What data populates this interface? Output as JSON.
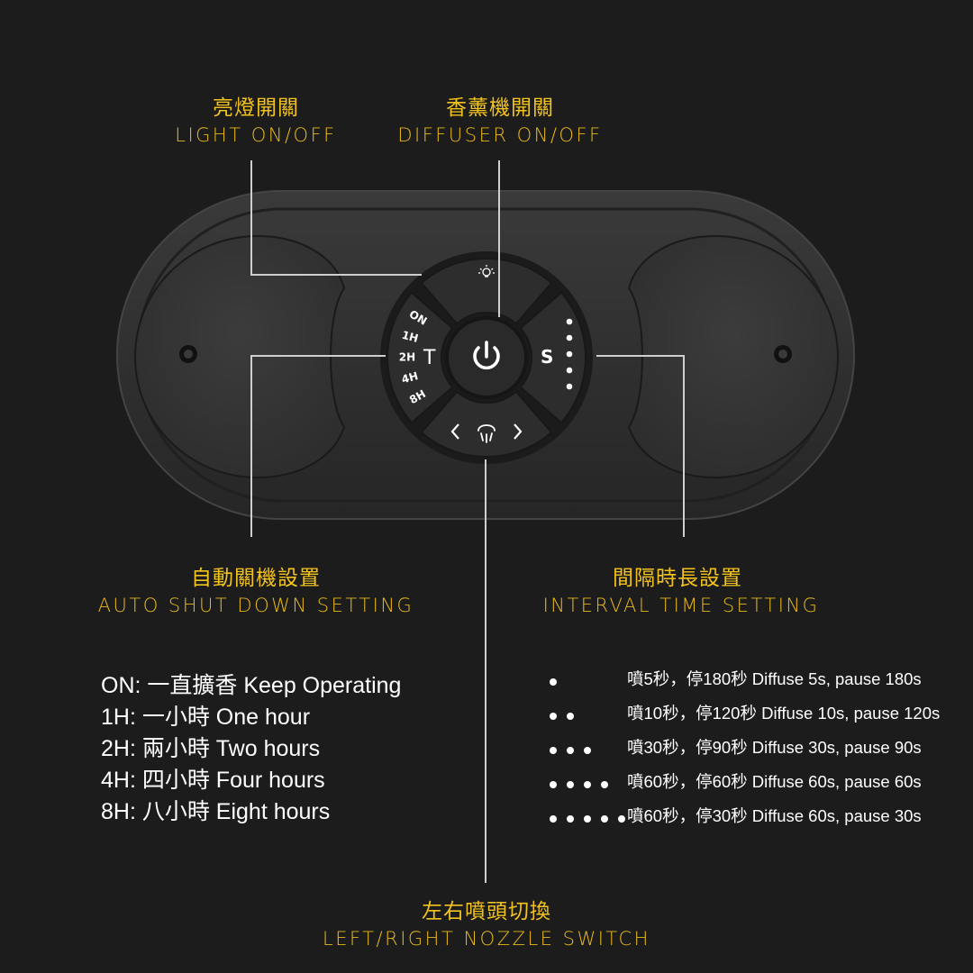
{
  "callouts": {
    "light": {
      "zh": "亮燈開關",
      "en": "LIGHT ON/OFF"
    },
    "diffuser": {
      "zh": "香薰機開關",
      "en": "DIFFUSER ON/OFF"
    },
    "auto_shutdown": {
      "zh": "自動關機設置",
      "en": "AUTO SHUT DOWN SETTING"
    },
    "interval": {
      "zh": "間隔時長設置",
      "en": "INTERVAL TIME SETTING"
    },
    "nozzle": {
      "zh": "左右噴頭切換",
      "en": "LEFT/RIGHT NOZZLE SWITCH"
    }
  },
  "device": {
    "timer_labels": [
      "ON",
      "1H",
      "2H",
      "4H",
      "8H"
    ],
    "timer_key": "T",
    "interval_key": "S",
    "icons": [
      "bulb-icon",
      "power-icon",
      "chevron-left-icon",
      "mist-icon",
      "chevron-right-icon"
    ]
  },
  "shutdown_options": [
    "ON: 一直擴香 Keep Operating",
    "1H: 一小時 One hour",
    "2H: 兩小時 Two hours",
    "4H: 四小時 Four hours",
    "8H: 八小時 Eight hours"
  ],
  "interval_options": [
    {
      "dots": 1,
      "text": "噴5秒，停180秒 Diffuse 5s, pause 180s"
    },
    {
      "dots": 2,
      "text": "噴10秒，停120秒 Diffuse 10s, pause 120s"
    },
    {
      "dots": 3,
      "text": "噴30秒，停90秒 Diffuse 30s, pause 90s"
    },
    {
      "dots": 4,
      "text": "噴60秒，停60秒 Diffuse 60s, pause 60s"
    },
    {
      "dots": 5,
      "text": "噴60秒，停30秒 Diffuse 60s, pause 30s"
    }
  ]
}
